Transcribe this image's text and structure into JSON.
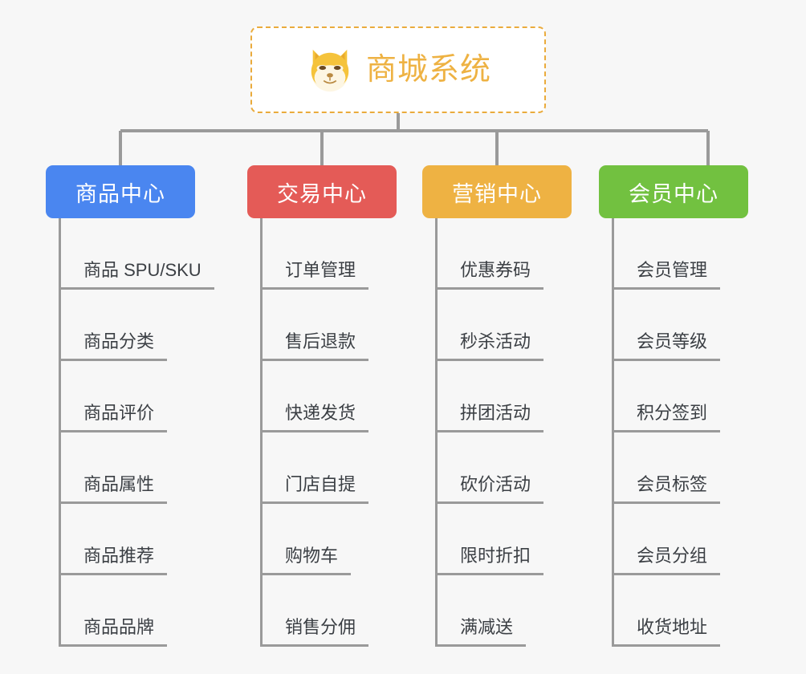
{
  "page": {
    "background_color": "#f7f7f7",
    "type": "mindmap-tree"
  },
  "root": {
    "title": "商城系统",
    "icon": "shiba-dog-face-icon",
    "text_color": "#eeb243",
    "border_color": "#eaab3c",
    "background_color": "#ffffff"
  },
  "branches": [
    {
      "label": "商品中心",
      "color": "#4a86f0",
      "items": [
        "商品 SPU/SKU",
        "商品分类",
        "商品评价",
        "商品属性",
        "商品推荐",
        "商品品牌"
      ]
    },
    {
      "label": "交易中心",
      "color": "#e45b57",
      "items": [
        "订单管理",
        "售后退款",
        "快递发货",
        "门店自提",
        "购物车",
        "销售分佣"
      ]
    },
    {
      "label": "营销中心",
      "color": "#eeb243",
      "items": [
        "优惠券码",
        "秒杀活动",
        "拼团活动",
        "砍价活动",
        "限时折扣",
        "满减送"
      ]
    },
    {
      "label": "会员中心",
      "color": "#72c140",
      "items": [
        "会员管理",
        "会员等级",
        "积分签到",
        "会员标签",
        "会员分组",
        "收货地址"
      ]
    }
  ],
  "connector": {
    "color": "#9a9a9a"
  }
}
